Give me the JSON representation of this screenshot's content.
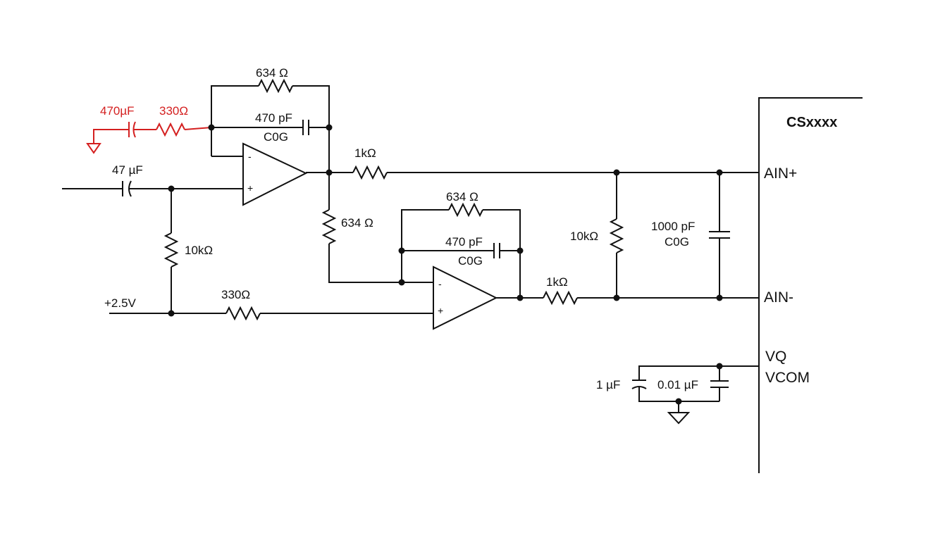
{
  "chip": {
    "name": "CSxxxx",
    "pins": {
      "ain_plus": "AIN+",
      "ain_minus": "AIN-",
      "vq": "VQ",
      "vcom": "VCOM"
    }
  },
  "labels": {
    "red_cap": "470µF",
    "red_res": "330Ω",
    "top_feedback_res": "634 Ω",
    "top_feedback_cap": "470 pF",
    "top_feedback_cap_type": "C0G",
    "input_cap": "47 µF",
    "bias_res": "10kΩ",
    "bias_voltage": "+2.5V",
    "bias_series_res": "330Ω",
    "series_res_top": "1kΩ",
    "inter_stage_res": "634 Ω",
    "bottom_feedback_res": "634 Ω",
    "bottom_feedback_cap": "470 pF",
    "bottom_feedback_cap_type": "C0G",
    "series_res_bottom": "1kΩ",
    "diff_res": "10kΩ",
    "diff_cap": "1000 pF",
    "diff_cap_type": "C0G",
    "vq_cap_1": "1 µF",
    "vq_cap_2": "0.01 µF"
  },
  "opamp_signs": {
    "minus": "-",
    "plus": "+"
  },
  "colors": {
    "wire": "#111111",
    "highlight": "#d42020",
    "background": "#ffffff"
  }
}
